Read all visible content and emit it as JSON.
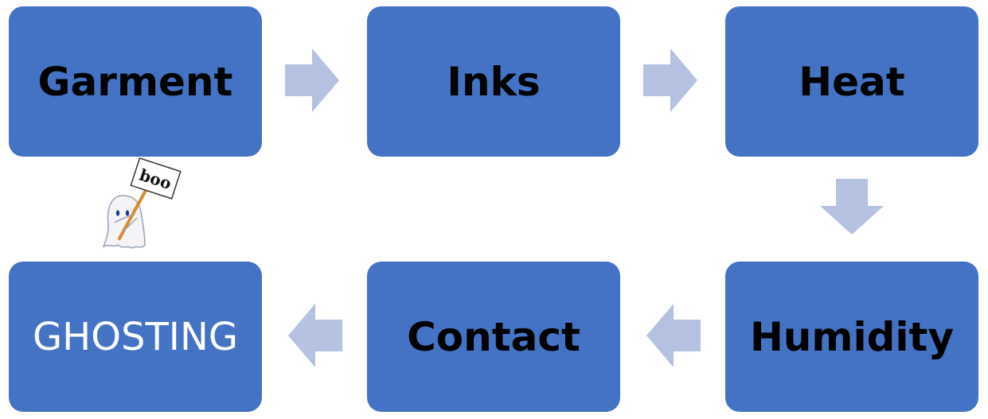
{
  "colors": {
    "box": "#4472c4",
    "arrow": "#b4c1e1",
    "box_text": "#000000",
    "highlight_text": "#ffffff"
  },
  "diagram": {
    "boxes": [
      {
        "id": "garment",
        "label": "Garment"
      },
      {
        "id": "inks",
        "label": "Inks"
      },
      {
        "id": "heat",
        "label": "Heat"
      },
      {
        "id": "humidity",
        "label": "Humidity"
      },
      {
        "id": "contact",
        "label": "Contact"
      },
      {
        "id": "ghosting",
        "label": "GHOSTING"
      }
    ],
    "flow": [
      "garment",
      "inks",
      "heat",
      "humidity",
      "contact",
      "ghosting"
    ]
  },
  "mascot": {
    "icon": "ghost-icon",
    "sign_text": "boo"
  }
}
